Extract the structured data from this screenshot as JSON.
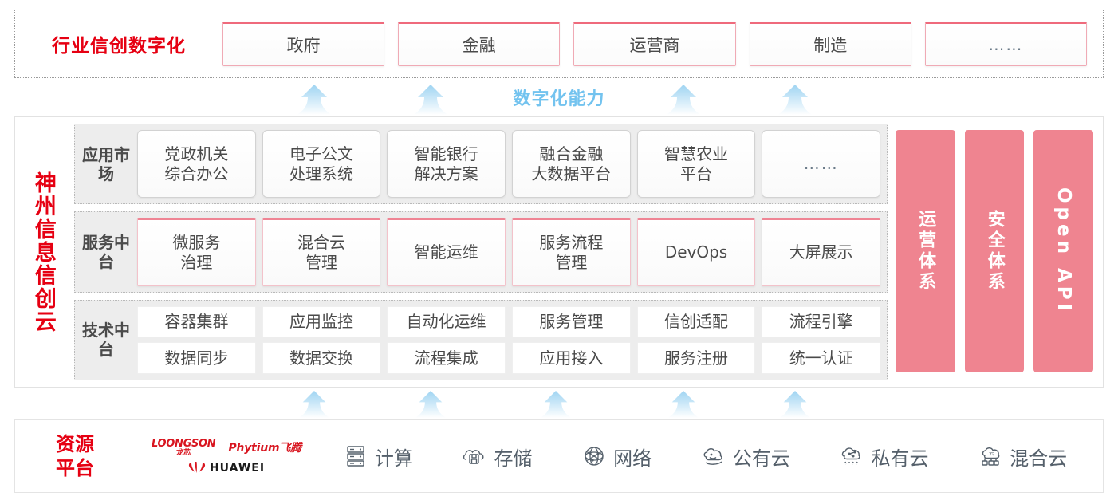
{
  "industry": {
    "title": "行业信创数字化",
    "cards": [
      {
        "label": "政府"
      },
      {
        "label": "金融"
      },
      {
        "label": "运营商"
      },
      {
        "label": "制造"
      },
      {
        "label": "……"
      }
    ]
  },
  "capability_band": {
    "label": "数字化能力",
    "arrow_count": 4
  },
  "platform": {
    "title": "神州信息信创云",
    "layers": [
      {
        "name": "app-market",
        "label": "应用市场",
        "style": "app",
        "rows": [
          [
            "党政机关\n综合办公",
            "电子公文\n处理系统",
            "智能银行\n解决方案",
            "融合金融\n大数据平台",
            "智慧农业\n平台",
            "……"
          ]
        ]
      },
      {
        "name": "service-middle-platform",
        "label": "服务中台",
        "style": "svc",
        "rows": [
          [
            "微服务\n治理",
            "混合云\n管理",
            "智能运维",
            "服务流程\n管理",
            "DevOps",
            "大屏展示"
          ]
        ]
      },
      {
        "name": "tech-middle-platform",
        "label": "技术中台",
        "style": "tech",
        "rows": [
          [
            "容器集群",
            "应用监控",
            "自动化运维",
            "服务管理",
            "信创适配",
            "流程引擎"
          ],
          [
            "数据同步",
            "数据交换",
            "流程集成",
            "应用接入",
            "服务注册",
            "统一认证"
          ]
        ]
      }
    ],
    "pillars": [
      {
        "label": "运营体系",
        "latin": false
      },
      {
        "label": "安全体系",
        "latin": false
      },
      {
        "label": "Open API",
        "latin": true
      }
    ]
  },
  "lower_band": {
    "arrow_count": 5
  },
  "resource": {
    "title": "资源\n平台",
    "vendors": [
      {
        "name": "loongson",
        "en": "LOONGSON",
        "cn": "龙芯"
      },
      {
        "name": "phytium",
        "en": "Phytium飞腾"
      },
      {
        "name": "huawei",
        "en": "HUAWEI"
      }
    ],
    "items": [
      {
        "label": "计算",
        "icon": "server-icon"
      },
      {
        "label": "存储",
        "icon": "storage-cloud-icon"
      },
      {
        "label": "网络",
        "icon": "network-mesh-icon"
      },
      {
        "label": "公有云",
        "icon": "public-cloud-icon"
      },
      {
        "label": "私有云",
        "icon": "private-cloud-icon"
      },
      {
        "label": "混合云",
        "icon": "hybrid-cloud-icon"
      }
    ]
  },
  "colors": {
    "brand_red": "#e60012",
    "card_accent": "#ef6a7c",
    "pillar_bg": "#ef8490",
    "arrow_blue": "#9fd4f2",
    "capability_text": "#73c3ef",
    "layer_bg": "#ededed"
  }
}
